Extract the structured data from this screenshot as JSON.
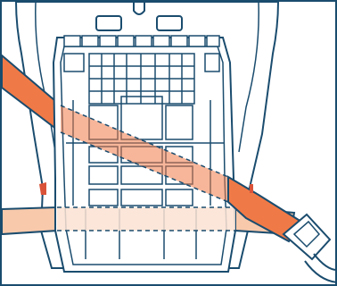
{
  "colors": {
    "outline": "#1a4c6e",
    "strap": "#f07a47",
    "strap_light": "#f8c9ab",
    "strap_lightest": "#fbe2d2",
    "seat_fill": "#ffffff",
    "background": "#ffffff",
    "shade": "#eef2f6"
  },
  "parts": {
    "frame": "illustration-frame",
    "backrest": "car-seat-backrest",
    "child_seat": "child-seat-shell",
    "shoulder_belt": "shoulder-belt",
    "lap_belt": "lap-belt",
    "buckle": "belt-buckle",
    "buckle_tongue": "buckle-tongue"
  }
}
